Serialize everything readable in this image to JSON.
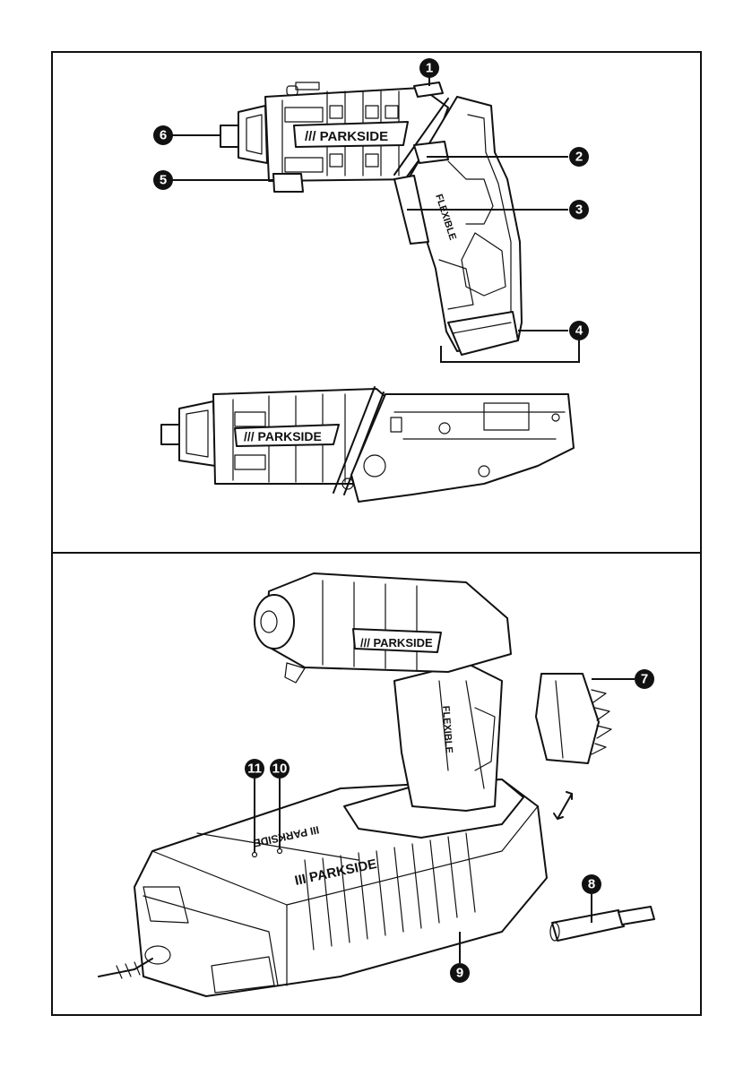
{
  "brand": "/// PARKSIDE",
  "brand_mirrored": "III PARKSIDE",
  "grip_label": "FLEXIBLE",
  "callouts": [
    "1",
    "2",
    "3",
    "4",
    "5",
    "6",
    "7",
    "8",
    "9",
    "10",
    "11"
  ]
}
